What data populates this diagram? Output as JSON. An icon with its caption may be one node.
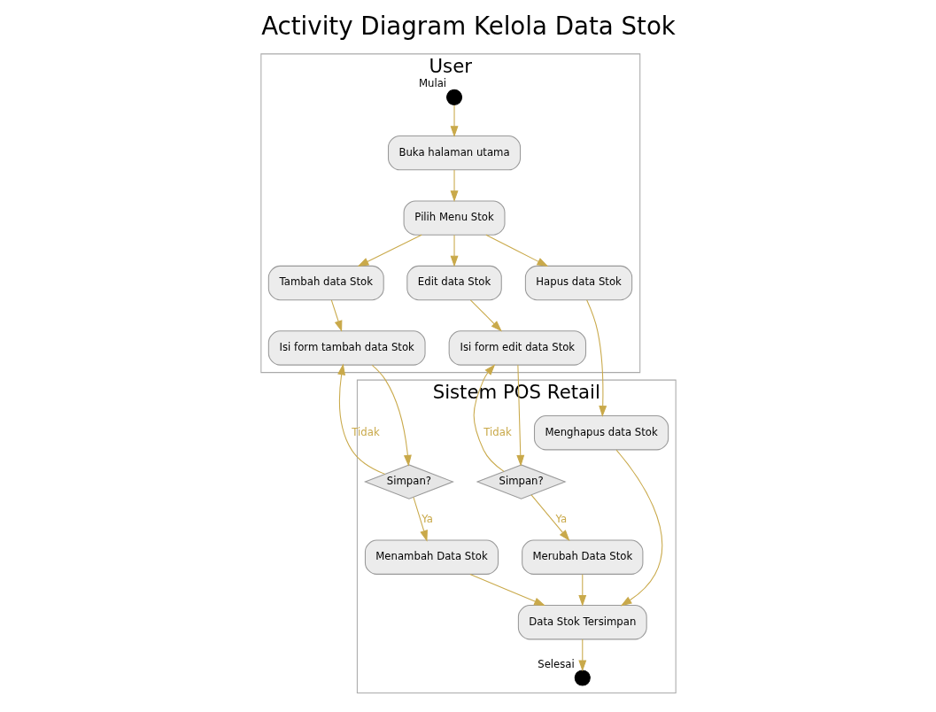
{
  "diagram": {
    "title": "Activity Diagram Kelola Data Stok",
    "nodes": [
      {
        "text": [
          "User"
        ]
      },
      {
        "text": [
          "Sistem POS Retail"
        ]
      },
      {
        "text": [],
        "shape": "circle",
        "beside": [
          "Mulai"
        ],
        "in": 0
      },
      {
        "text": [
          "Buka halaman utama"
        ],
        "in": 0
      },
      {
        "text": [
          "Pilih Menu Stok"
        ],
        "in": 0
      },
      {
        "text": [
          "Tambah data Stok"
        ],
        "in": 0
      },
      {
        "text": [
          "Edit data Stok"
        ],
        "in": 0
      },
      {
        "text": [
          "Hapus data Stok"
        ],
        "in": 0
      },
      {
        "text": [
          "Isi form tambah data Stok"
        ],
        "in": 0
      },
      {
        "text": [
          "Isi form edit data Stok"
        ],
        "in": 0
      },
      {
        "text": [
          "Menghapus data Stok"
        ],
        "in": 1
      },
      {
        "text": [
          "Simpan?"
        ],
        "in": 1
      },
      {
        "text": [
          "Merubah Data Stok"
        ],
        "in": 1
      },
      {
        "text": [
          "Data Stok Tersimpan"
        ],
        "in": 1
      },
      {
        "text": [],
        "shape": "circle",
        "beside": [
          "Selesai"
        ],
        "in": 1
      },
      {
        "text": [
          "Simpan?"
        ],
        "in": 1
      },
      {
        "text": [
          "Menambah Data Stok"
        ],
        "in": 1
      }
    ],
    "edges": [
      {
        "from": 2,
        "to": 3,
        "arrow": "to"
      },
      {
        "from": 3,
        "to": 4,
        "arrow": "to"
      },
      {
        "from": 4,
        "to": 5,
        "arrow": "to"
      },
      {
        "from": 4,
        "to": 6,
        "arrow": "to"
      },
      {
        "from": 4,
        "to": 7,
        "arrow": "to"
      },
      {
        "from": 5,
        "to": 8,
        "arrow": "to"
      },
      {
        "from": 6,
        "to": 9,
        "arrow": "to"
      },
      {
        "from": 7,
        "to": 10,
        "arrow": "to"
      },
      {
        "from": 10,
        "to": 13,
        "arrow": "to"
      },
      {
        "from": 9,
        "to": 11,
        "arrow": "to"
      },
      {
        "from": 11,
        "to": 12,
        "label": "Ya",
        "arrow": "to"
      },
      {
        "from": 12,
        "to": 13,
        "arrow": "to"
      },
      {
        "from": 11,
        "to": 9,
        "label": "Tidak",
        "arrow": "to"
      },
      {
        "from": 8,
        "to": 15,
        "arrow": "to"
      },
      {
        "from": 15,
        "to": 16,
        "label": "Ya",
        "arrow": "to"
      },
      {
        "from": 15,
        "to": 8,
        "label": "Tidak",
        "arrow": "to"
      },
      {
        "from": 16,
        "to": 13,
        "arrow": "to"
      },
      {
        "from": 13,
        "to": 14,
        "arrow": "to"
      }
    ]
  }
}
